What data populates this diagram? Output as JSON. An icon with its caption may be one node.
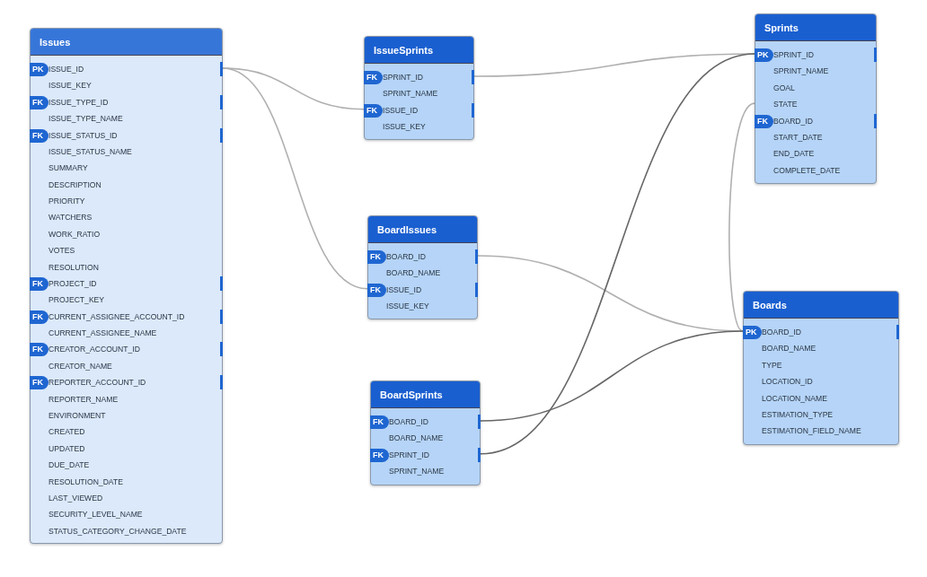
{
  "diagram": {
    "nodes": [
      {
        "text": [
          "Issues"
        ]
      },
      {
        "text": [
          "PK",
          "ISSUE_ID"
        ],
        "in": 0
      },
      {
        "text": [
          "ISSUE_KEY"
        ],
        "in": 0
      },
      {
        "text": [
          "FK",
          "ISSUE_TYPE_ID"
        ],
        "in": 0
      },
      {
        "text": [
          "ISSUE_TYPE_NAME"
        ],
        "in": 0
      },
      {
        "text": [
          "FK",
          "ISSUE_STATUS_ID"
        ],
        "in": 0
      },
      {
        "text": [
          "ISSUE_STATUS_NAME"
        ],
        "in": 0
      },
      {
        "text": [
          "SUMMARY"
        ],
        "in": 0
      },
      {
        "text": [
          "DESCRIPTION"
        ],
        "in": 0
      },
      {
        "text": [
          "PRIORITY"
        ],
        "in": 0
      },
      {
        "text": [
          "WATCHERS"
        ],
        "in": 0
      },
      {
        "text": [
          "WORK_RATIO"
        ],
        "in": 0
      },
      {
        "text": [
          "VOTES"
        ],
        "in": 0
      },
      {
        "text": [
          "RESOLUTION"
        ],
        "in": 0
      },
      {
        "text": [
          "FK",
          "PROJECT_ID"
        ],
        "in": 0
      },
      {
        "text": [
          "PROJECT_KEY"
        ],
        "in": 0
      },
      {
        "text": [
          "FK",
          "CURRENT_ASSIGNEE_ACCOUNT_ID"
        ],
        "in": 0
      },
      {
        "text": [
          "CURRENT_ASSIGNEE_NAME"
        ],
        "in": 0
      },
      {
        "text": [
          "FK",
          "CREATOR_ACCOUNT_ID"
        ],
        "in": 0
      },
      {
        "text": [
          "CREATOR_NAME"
        ],
        "in": 0
      },
      {
        "text": [
          "FK",
          "REPORTER_ACCOUNT_ID"
        ],
        "in": 0
      },
      {
        "text": [
          "REPORTER_NAME"
        ],
        "in": 0
      },
      {
        "text": [
          "ENVIRONMENT"
        ],
        "in": 0
      },
      {
        "text": [
          "CREATED"
        ],
        "in": 0
      },
      {
        "text": [
          "UPDATED"
        ],
        "in": 0
      },
      {
        "text": [
          "DUE_DATE"
        ],
        "in": 0
      },
      {
        "text": [
          "RESOLUTION_DATE"
        ],
        "in": 0
      },
      {
        "text": [
          "LAST_VIEWED"
        ],
        "in": 0
      },
      {
        "text": [
          "SECURITY_LEVEL_NAME"
        ],
        "in": 0
      },
      {
        "text": [
          "STATUS_CATEGORY_CHANGE_DATE"
        ],
        "in": 0
      },
      {
        "text": [
          "IssueSprints"
        ]
      },
      {
        "text": [
          "FK",
          "SPRINT_ID"
        ],
        "in": 30
      },
      {
        "text": [
          "SPRINT_NAME"
        ],
        "in": 30
      },
      {
        "text": [
          "FK",
          "ISSUE_ID"
        ],
        "in": 30
      },
      {
        "text": [
          "ISSUE_KEY"
        ],
        "in": 30
      },
      {
        "text": [
          "BoardIssues"
        ]
      },
      {
        "text": [
          "FK",
          "BOARD_ID"
        ],
        "in": 35
      },
      {
        "text": [
          "BOARD_NAME"
        ],
        "in": 35
      },
      {
        "text": [
          "FK",
          "ISSUE_ID"
        ],
        "in": 35
      },
      {
        "text": [
          "ISSUE_KEY"
        ],
        "in": 35
      },
      {
        "text": [
          "BoardSprints"
        ]
      },
      {
        "text": [
          "FK",
          "BOARD_ID"
        ],
        "in": 40
      },
      {
        "text": [
          "BOARD_NAME"
        ],
        "in": 40
      },
      {
        "text": [
          "FK",
          "SPRINT_ID"
        ],
        "in": 40
      },
      {
        "text": [
          "SPRINT_NAME"
        ],
        "in": 40
      },
      {
        "text": [
          "Sprints"
        ]
      },
      {
        "text": [
          "PK",
          "SPRINT_ID"
        ],
        "in": 45
      },
      {
        "text": [
          "SPRINT_NAME"
        ],
        "in": 45
      },
      {
        "text": [
          "GOAL"
        ],
        "in": 45
      },
      {
        "text": [
          "STATE"
        ],
        "in": 45
      },
      {
        "text": [
          "FK",
          "BOARD_ID"
        ],
        "in": 45
      },
      {
        "text": [
          "START_DATE"
        ],
        "in": 45
      },
      {
        "text": [
          "END_DATE"
        ],
        "in": 45
      },
      {
        "text": [
          "COMPLETE_DATE"
        ],
        "in": 45
      },
      {
        "text": [
          "Boards"
        ]
      },
      {
        "text": [
          "PK",
          "BOARD_ID"
        ],
        "in": 54
      },
      {
        "text": [
          "BOARD_NAME"
        ],
        "in": 54
      },
      {
        "text": [
          "TYPE"
        ],
        "in": 54
      },
      {
        "text": [
          "LOCATION_ID"
        ],
        "in": 54
      },
      {
        "text": [
          "LOCATION_NAME"
        ],
        "in": 54
      },
      {
        "text": [
          "ESTIMATION_TYPE"
        ],
        "in": 54
      },
      {
        "text": [
          "ESTIMATION_FIELD_NAME"
        ],
        "in": 54
      }
    ],
    "edges": [
      {
        "from": 1,
        "to": 33,
        "arrow": "none"
      },
      {
        "from": 1,
        "to": 38,
        "arrow": "none"
      },
      {
        "from": 31,
        "to": 46,
        "arrow": "none"
      },
      {
        "from": 36,
        "to": 55,
        "arrow": "none"
      },
      {
        "from": 49,
        "to": 55,
        "arrow": "none"
      },
      {
        "from": 41,
        "to": 55,
        "arrow": "none",
        "color": "#666666"
      },
      {
        "from": 43,
        "to": 46,
        "arrow": "none",
        "color": "#666666"
      }
    ]
  }
}
